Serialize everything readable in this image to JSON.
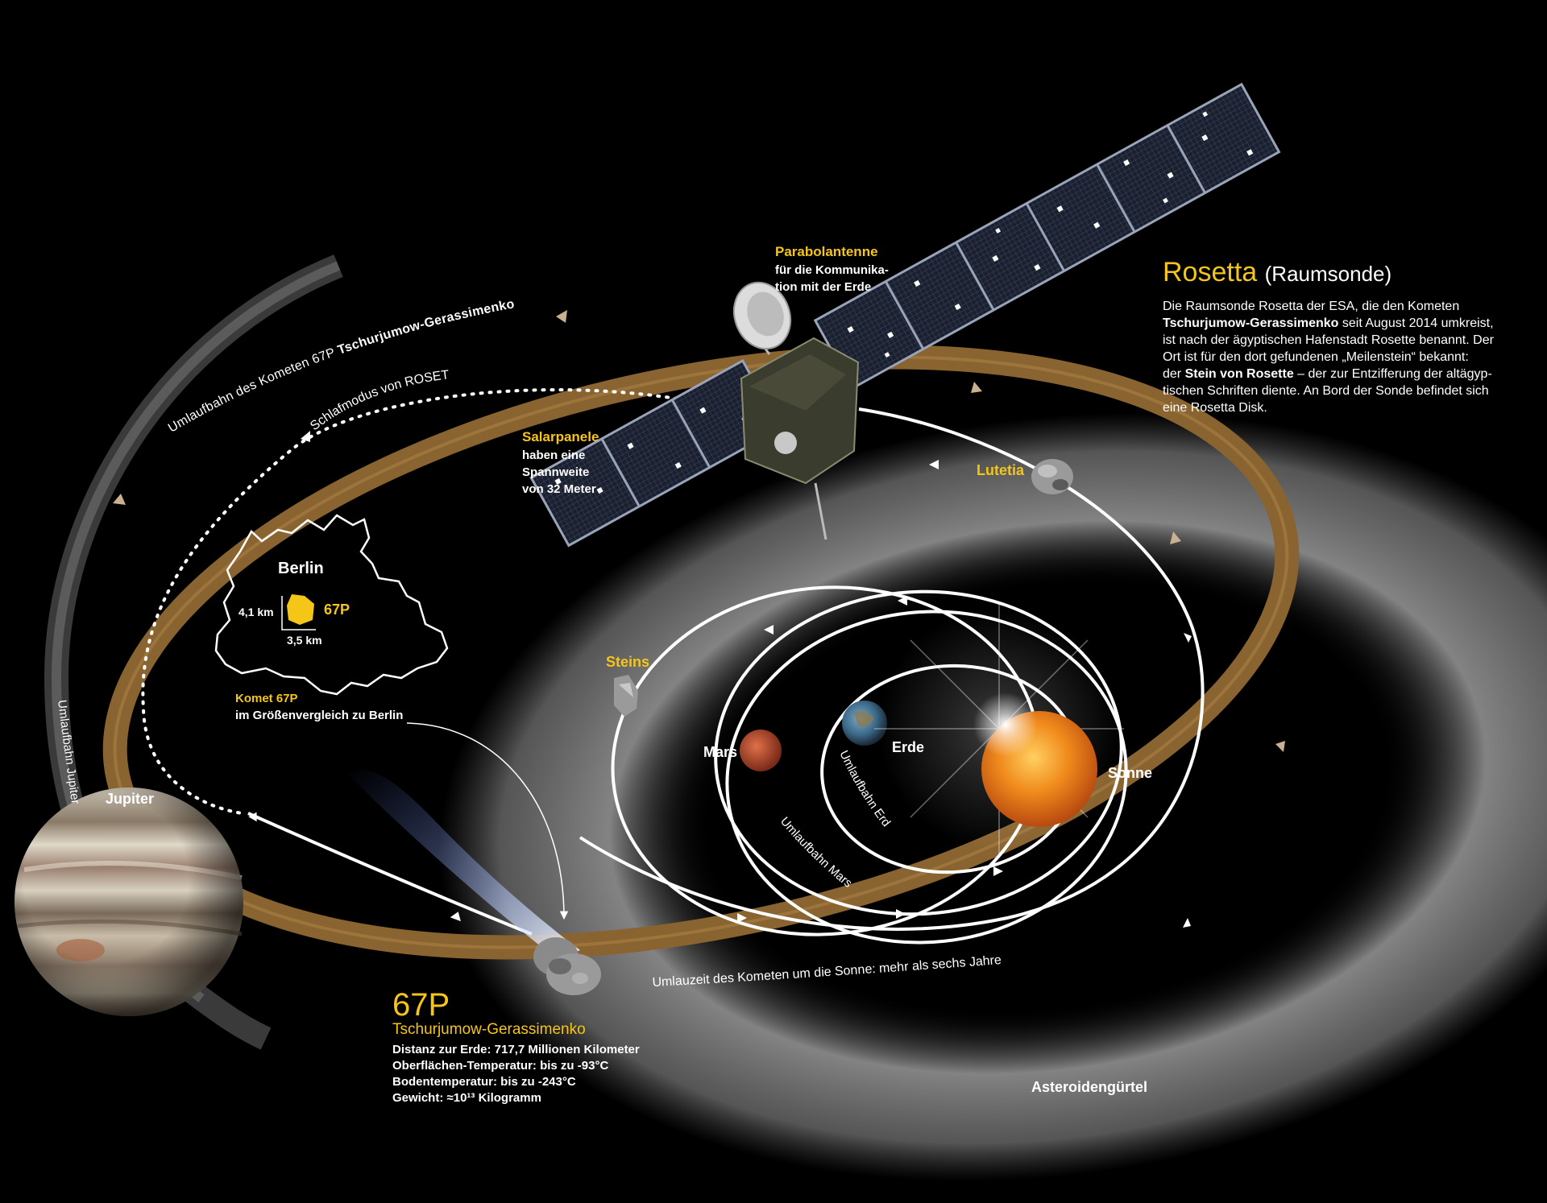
{
  "rosetta": {
    "title": "Rosetta",
    "title_suffix": "(Raumsonde)",
    "text_1": "Die Raumsonde Rosetta der ESA, die den Kometen",
    "text_2_bold": "Tschurjumow-Gerassimenko",
    "text_2": " seit August 2014 umkreist,",
    "text_3": "ist nach der ägyptischen Hafenstadt Rosette benannt. Der",
    "text_4": "Ort ist für den dort gefundenen „Meilenstein“ bekannt:",
    "text_5a": "der ",
    "text_5_bold": "Stein von Rosette",
    "text_5b": " – der zur Entzifferung der altägyp-",
    "text_6": "tischen Schriften diente. An Bord der Sonde befindet sich",
    "text_7": "eine Rosetta Disk."
  },
  "parabolantenne": {
    "title": "Parabolantenne",
    "line1": "für die Kommunika-",
    "line2": "tion mit der Erde"
  },
  "salarpanele": {
    "title": "Salarpanele",
    "line1": "haben eine",
    "line2": "Spannweite",
    "line3": "von 32 Meter"
  },
  "orbit_labels": {
    "comet_orbit_prefix": "Umlaufbahn des Kometen 67P ",
    "comet_orbit_bold": "Tschurjumow-Gerassimenko",
    "sleep_mode": "Schlafmodus von ROSETTA",
    "jupiter_orbit": "Umlaufbahn Jupiter",
    "earth_orbit": "Umlaufbahn Erde",
    "mars_orbit": "Umlaufbahn Mars",
    "comet_period": "Umlauzeit des Kometen um die Sonne: mehr als sechs Jahre"
  },
  "bodies": {
    "lutetia": "Lutetia",
    "steins": "Steins",
    "mars": "Mars",
    "erde": "Erde",
    "sonne": "Sonne",
    "jupiter": "Jupiter",
    "asteroid_belt": "Asteroidengürtel"
  },
  "berlin": {
    "title": "Berlin",
    "comet_label": "67P",
    "height": "4,1 km",
    "width": "3,5 km",
    "caption_title": "Komet 67P",
    "caption_text": "im Größenvergleich zu Berlin"
  },
  "comet": {
    "title": "67P",
    "subtitle": "Tschurjumow-Gerassimenko",
    "facts": [
      "Distanz zur Erde: 717,7 Millionen Kilometer",
      "Oberflächen-Temperatur: bis zu -93°C",
      "Bodentemperatur: bis zu -243°C",
      "Gewicht: ≈10¹³ Kilogramm"
    ]
  },
  "colors": {
    "background": "#000000",
    "accent_yellow": "#f5c518",
    "comet_orbit_brown": "#8a6430",
    "asteroid_belt_gray": "#8a8a8a",
    "sun_orange": "#f08a1c",
    "mars_red": "#b8472a"
  }
}
